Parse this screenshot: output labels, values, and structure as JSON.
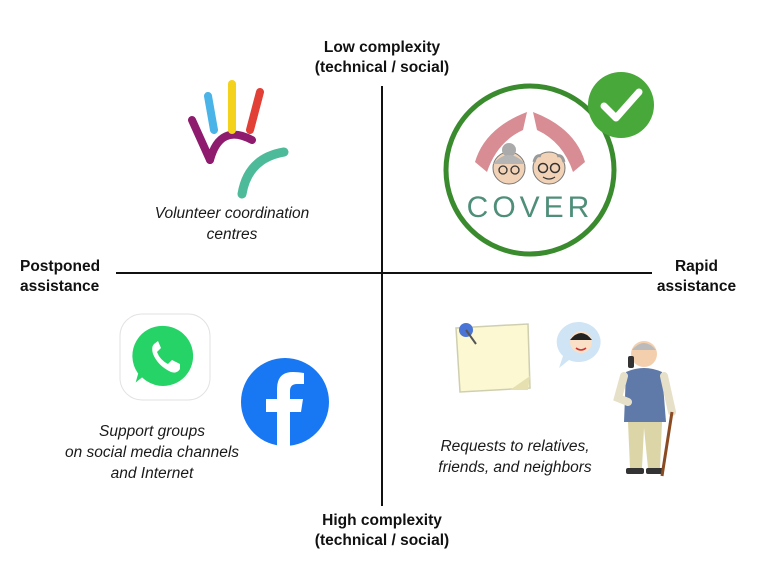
{
  "axes": {
    "top": {
      "line1": "Low complexity",
      "line2": "(technical / social)"
    },
    "bottom": {
      "line1": "High complexity",
      "line2": "(technical / social)"
    },
    "left": {
      "line1": "Postponed",
      "line2": "assistance"
    },
    "right": {
      "line1": "Rapid",
      "line2": "assistance"
    }
  },
  "quadrants": {
    "top_left": {
      "caption_line1": "Volunteer coordination",
      "caption_line2": "centres",
      "icon": "volunteer-hand-logo"
    },
    "top_right": {
      "logo_text": "COVER",
      "icon": "cover-logo",
      "badge": "checkmark-badge"
    },
    "bottom_left": {
      "caption_line1": "Support groups",
      "caption_line2": "on social media channels",
      "caption_line3": "and Internet",
      "icons": [
        "whatsapp-icon",
        "facebook-icon"
      ]
    },
    "bottom_right": {
      "caption_line1": "Requests to relatives,",
      "caption_line2": "friends, and neighbors",
      "icons": [
        "sticky-note-icon",
        "speech-bubble-icon",
        "elderly-man-phone-icon"
      ]
    }
  },
  "colors": {
    "cover_green": "#3a8a2e",
    "check_green": "#49a83a",
    "facebook_blue": "#1877f2",
    "whatsapp_green": "#25d366",
    "cover_text": "#4f8f7a"
  }
}
